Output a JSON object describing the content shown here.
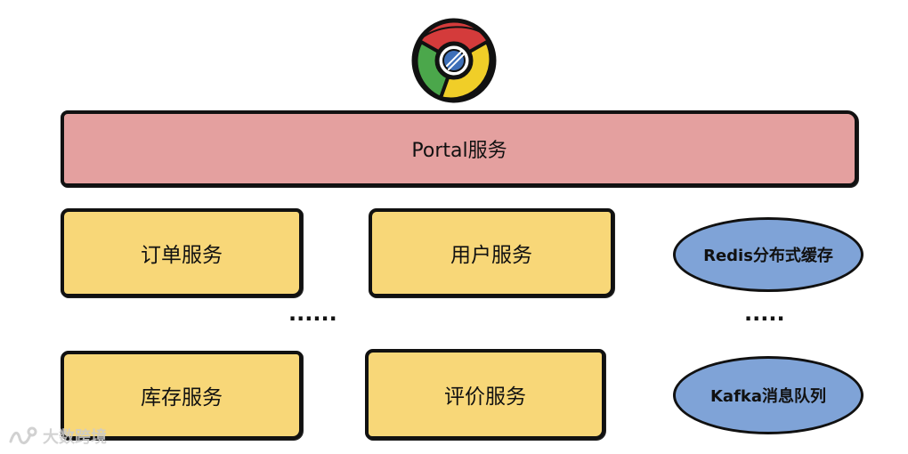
{
  "logo": {
    "icon": "chrome-icon"
  },
  "portal": {
    "label": "Portal服务"
  },
  "services": {
    "order": "订单服务",
    "user": "用户服务",
    "stock": "库存服务",
    "review": "评价服务"
  },
  "infrastructure": {
    "redis": "Redis分布式缓存",
    "kafka": "Kafka消息队列"
  },
  "ellipsis": {
    "middle": "......",
    "right": "....."
  },
  "watermark": {
    "text": "大数跨境"
  },
  "colors": {
    "portal": "#e4a09f",
    "service": "#f8d778",
    "infrastructure": "#7fa3d7"
  }
}
